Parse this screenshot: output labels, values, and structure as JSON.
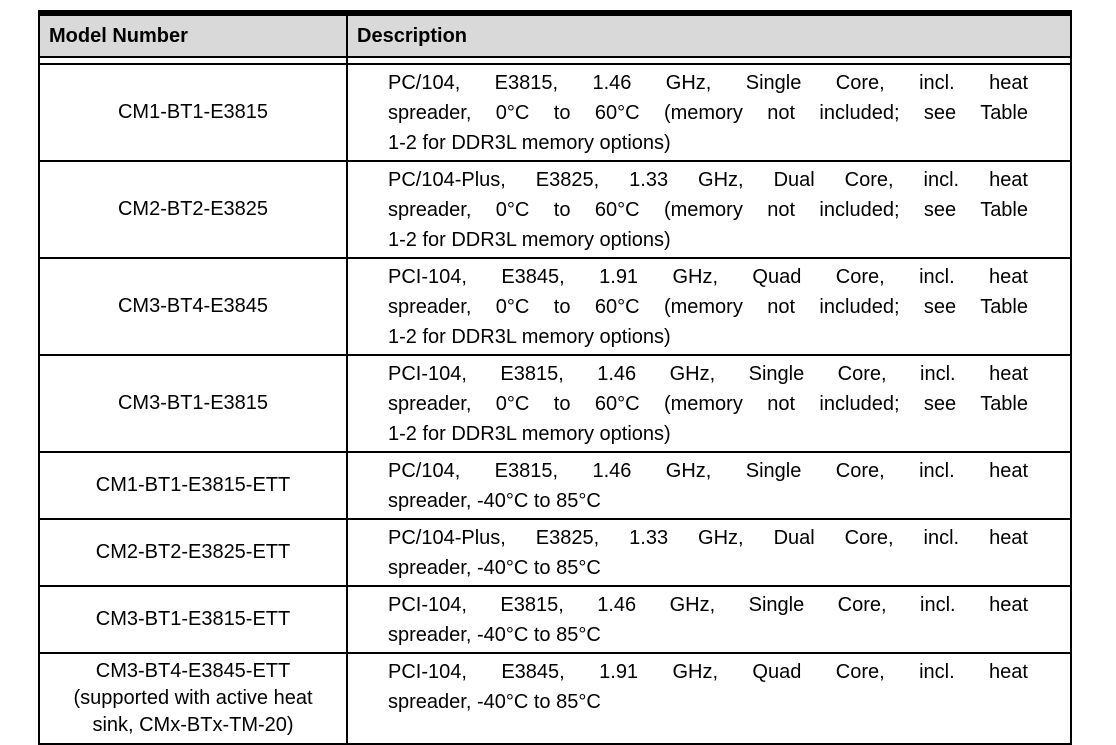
{
  "colors": {
    "page_background": "#ffffff",
    "header_background": "#d9d9d9",
    "border": "#000000",
    "text": "#000000"
  },
  "table": {
    "columns": [
      {
        "label": "Model Number"
      },
      {
        "label": "Description"
      }
    ],
    "rows": [
      {
        "model": "CM1-BT1-E3815",
        "model_lines": [
          "CM1-BT1-E3815"
        ],
        "description": "PC/104, E3815, 1.46 GHz, Single Core, incl. heat spreader, 0°C to 60°C (memory not included; see Table 1-2 for DDR3L memory options)",
        "description_lines": [
          "PC/104, E3815, 1.46 GHz, Single Core, incl. heat",
          "spreader, 0°C to 60°C (memory not included; see Table",
          "1-2 for DDR3L memory options)"
        ]
      },
      {
        "model": "CM2-BT2-E3825",
        "model_lines": [
          "CM2-BT2-E3825"
        ],
        "description": "PC/104-Plus, E3825, 1.33 GHz, Dual Core, incl. heat spreader, 0°C to 60°C (memory not included; see Table 1-2 for DDR3L memory options)",
        "description_lines": [
          "PC/104-Plus, E3825, 1.33 GHz, Dual Core, incl. heat",
          "spreader, 0°C to 60°C (memory not included; see Table",
          "1-2 for DDR3L memory options)"
        ]
      },
      {
        "model": "CM3-BT4-E3845",
        "model_lines": [
          "CM3-BT4-E3845"
        ],
        "description": "PCI-104, E3845, 1.91 GHz, Quad Core, incl. heat spreader, 0°C to 60°C (memory not included; see Table 1-2 for DDR3L memory options)",
        "description_lines": [
          "PCI-104, E3845, 1.91 GHz, Quad Core, incl. heat",
          "spreader, 0°C to 60°C (memory not included; see Table",
          "1-2 for DDR3L memory options)"
        ]
      },
      {
        "model": "CM3-BT1-E3815",
        "model_lines": [
          "CM3-BT1-E3815"
        ],
        "description": "PCI-104, E3815, 1.46 GHz, Single Core, incl. heat spreader, 0°C to 60°C (memory not included; see Table 1-2 for DDR3L memory options)",
        "description_lines": [
          "PCI-104, E3815, 1.46 GHz, Single Core, incl. heat",
          "spreader, 0°C to 60°C (memory not included; see Table",
          "1-2 for DDR3L memory options)"
        ]
      },
      {
        "model": "CM1-BT1-E3815-ETT",
        "model_lines": [
          "CM1-BT1-E3815-ETT"
        ],
        "description": "PC/104, E3815, 1.46 GHz, Single Core, incl. heat spreader, -40°C to 85°C",
        "description_lines": [
          "PC/104, E3815, 1.46 GHz, Single Core, incl. heat",
          "spreader, -40°C to 85°C"
        ]
      },
      {
        "model": "CM2-BT2-E3825-ETT",
        "model_lines": [
          "CM2-BT2-E3825-ETT"
        ],
        "description": "PC/104-Plus, E3825, 1.33 GHz, Dual Core, incl. heat spreader, -40°C to 85°C",
        "description_lines": [
          "PC/104-Plus, E3825, 1.33 GHz, Dual Core, incl. heat",
          "spreader, -40°C to 85°C"
        ]
      },
      {
        "model": "CM3-BT1-E3815-ETT",
        "model_lines": [
          "CM3-BT1-E3815-ETT"
        ],
        "description": "PCI-104, E3815, 1.46 GHz, Single Core, incl. heat spreader, -40°C to 85°C",
        "description_lines": [
          "PCI-104, E3815, 1.46 GHz, Single Core, incl. heat",
          "spreader, -40°C to 85°C"
        ]
      },
      {
        "model": "CM3-BT4-E3845-ETT (supported with active heat sink, CMx-BTx-TM-20)",
        "model_lines": [
          "CM3-BT4-E3845-ETT",
          "(supported with active heat",
          "sink, CMx-BTx-TM-20)"
        ],
        "description": "PCI-104, E3845, 1.91 GHz, Quad Core, incl. heat spreader, -40°C to 85°C",
        "description_lines": [
          "PCI-104, E3845, 1.91 GHz, Quad Core, incl. heat",
          "spreader, -40°C to 85°C"
        ]
      }
    ]
  }
}
